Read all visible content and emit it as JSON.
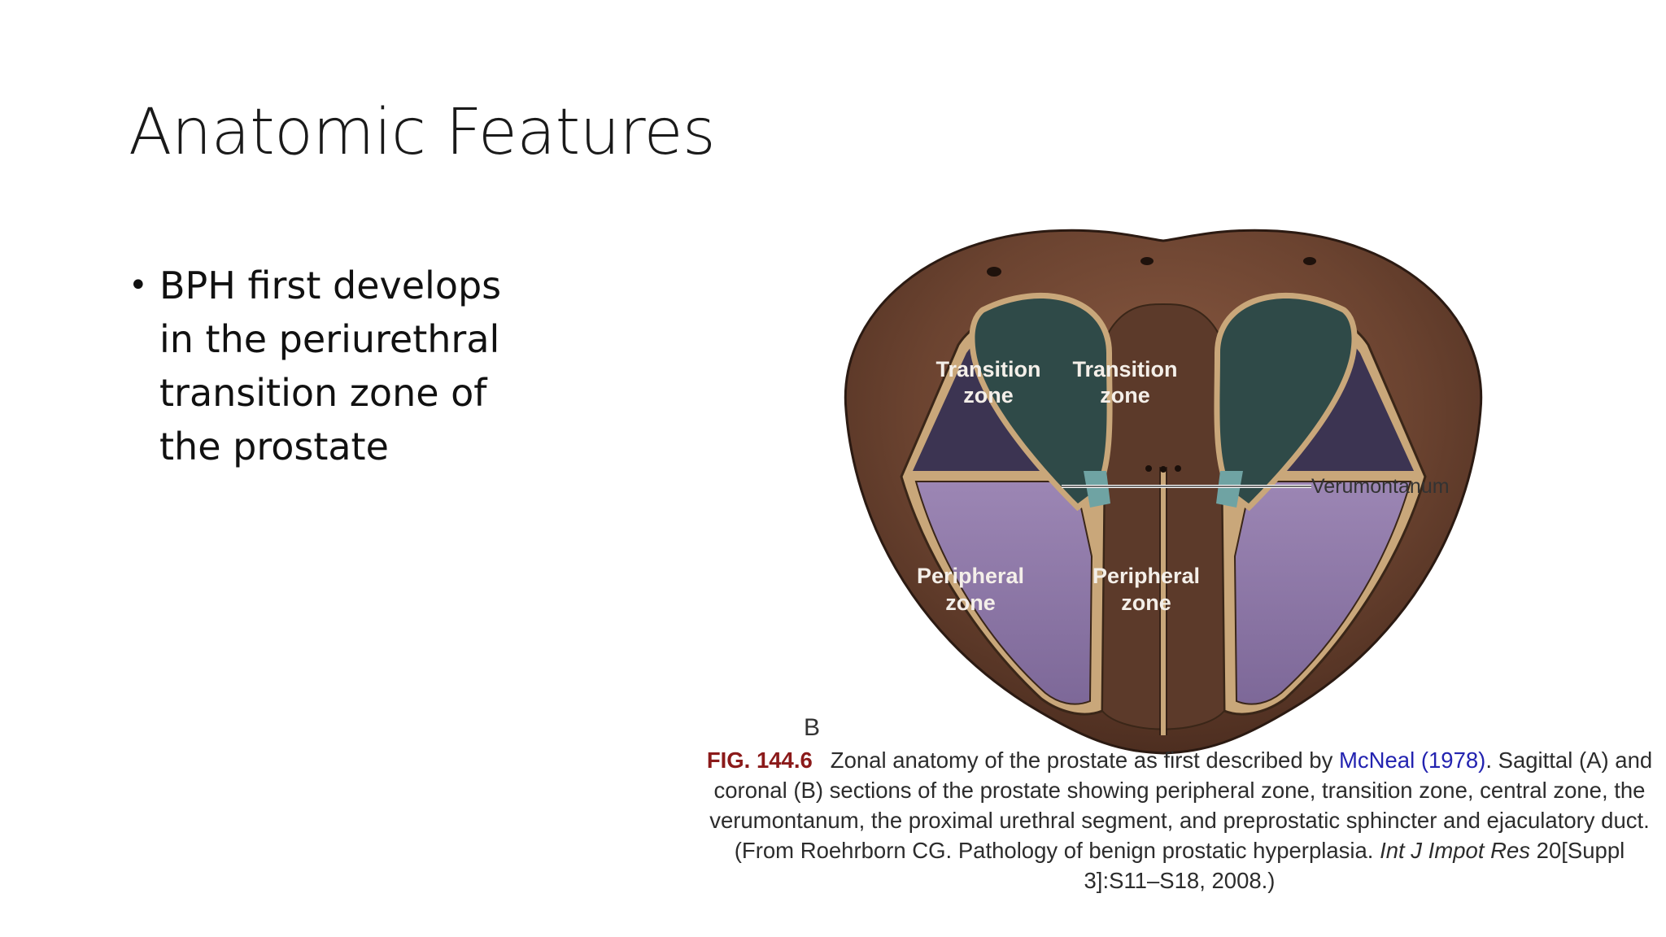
{
  "slide": {
    "title": "Anatomic Features",
    "bullets": [
      {
        "marker": "•",
        "text": "BPH first develops in the periurethral transition zone of the prostate"
      }
    ]
  },
  "figure": {
    "zones": {
      "transition_left_line1": "Transition",
      "transition_left_line2": "zone",
      "transition_right_line1": "Transition",
      "transition_right_line2": "zone",
      "peripheral_left_line1": "Peripheral",
      "peripheral_left_line2": "zone",
      "peripheral_right_line1": "Peripheral",
      "peripheral_right_line2": "zone"
    },
    "callout": "Verumontanum",
    "panel_letter": "B",
    "colors": {
      "capsule": "#6b4330",
      "capsule_outline": "#2b1a12",
      "band": "#c9a77a",
      "peripheral": "#8f7aa8",
      "central_dark": "#3c3452",
      "transition": "#2f4a48",
      "ejaculatory_teal": "#6fa3a3"
    },
    "caption": {
      "fig_number": "FIG. 144.6",
      "text_1": "Zonal anatomy of the prostate as first described by ",
      "reference": "McNeal (1978)",
      "text_2": ". Sagittal (A) and coronal (B) sections of the prostate showing peripheral zone, transition zone, central zone, the verumontanum, the proximal urethral segment, and preprostatic sphincter and ejaculatory duct. (From Roehrborn CG. Pathology of benign prostatic hyperplasia. ",
      "journal": "Int J Impot Res",
      "text_3": " 20[Suppl 3]:S11–S18, 2008.)"
    }
  }
}
